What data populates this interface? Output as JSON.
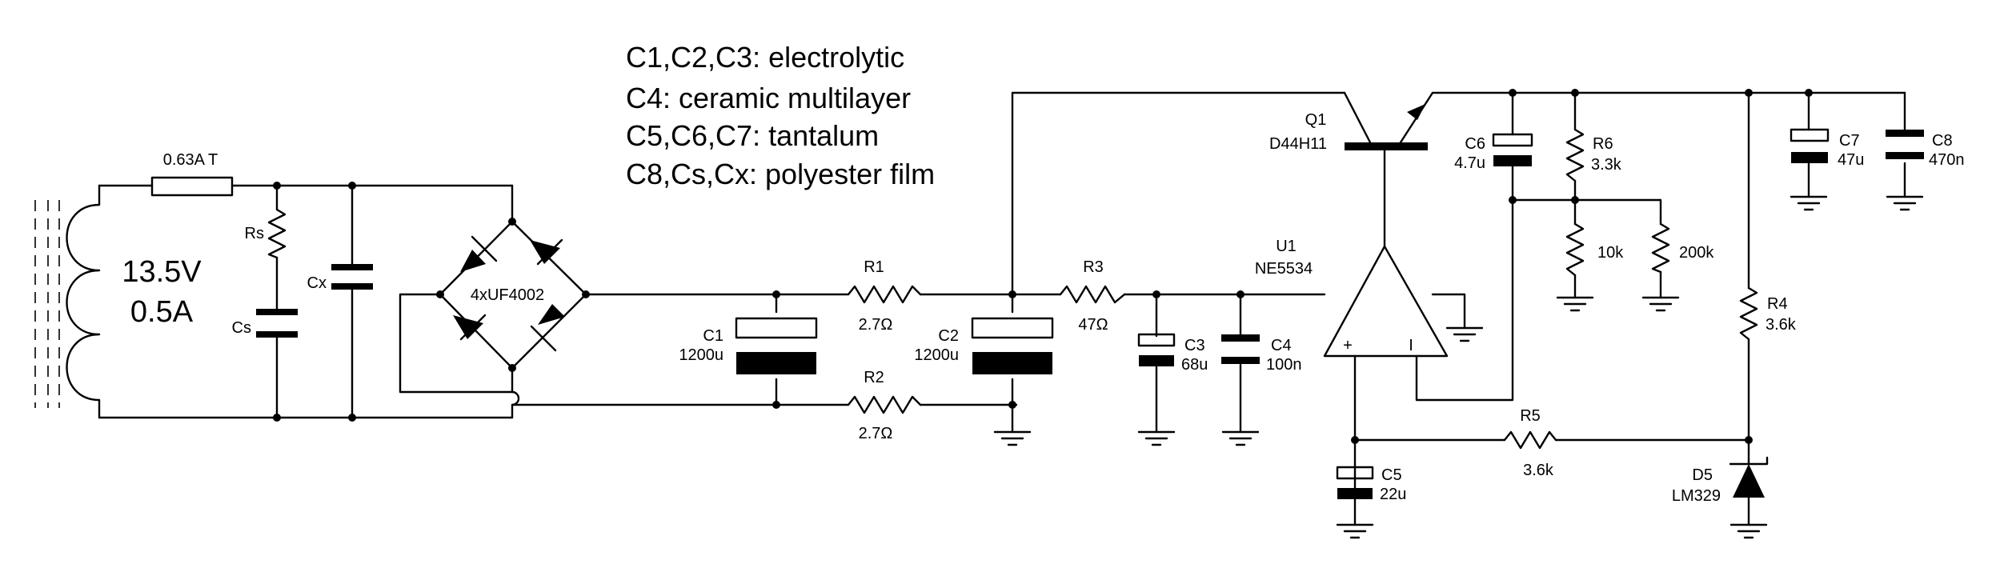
{
  "notes": [
    "C1,C2,C3: electrolytic",
    "C4: ceramic multilayer",
    "C5,C6,C7: tantalum",
    "C8,Cs,Cx: polyester film"
  ],
  "transformer": {
    "voltage": "13.5V",
    "current": "0.5A"
  },
  "fuse": {
    "label": "0.63A T"
  },
  "bridge": {
    "label": "4xUF4002"
  },
  "components": {
    "Rs": {
      "name": "Rs"
    },
    "Cs": {
      "name": "Cs"
    },
    "Cx": {
      "name": "Cx"
    },
    "R1": {
      "name": "R1",
      "value": "2.7Ω"
    },
    "R2": {
      "name": "R2",
      "value": "2.7Ω"
    },
    "C1": {
      "name": "C1",
      "value": "1200u"
    },
    "C2": {
      "name": "C2",
      "value": "1200u"
    },
    "R3": {
      "name": "R3",
      "value": "47Ω"
    },
    "C3": {
      "name": "C3",
      "value": "68u"
    },
    "C4": {
      "name": "C4",
      "value": "100n"
    },
    "Q1": {
      "name": "Q1",
      "value": "D44H11"
    },
    "U1": {
      "name": "U1",
      "value": "NE5534",
      "plus": "+",
      "minus": "I"
    },
    "C6": {
      "name": "C6",
      "value": "4.7u"
    },
    "R6": {
      "name": "R6",
      "value": "3.3k"
    },
    "R10k": {
      "value": "10k"
    },
    "R200k": {
      "value": "200k"
    },
    "C7": {
      "name": "C7",
      "value": "47u"
    },
    "C8": {
      "name": "C8",
      "value": "470n"
    },
    "R4": {
      "name": "R4",
      "value": "3.6k"
    },
    "R5": {
      "name": "R5",
      "value": "3.6k"
    },
    "C5": {
      "name": "C5",
      "value": "22u"
    },
    "D5": {
      "name": "D5",
      "value": "LM329"
    }
  }
}
